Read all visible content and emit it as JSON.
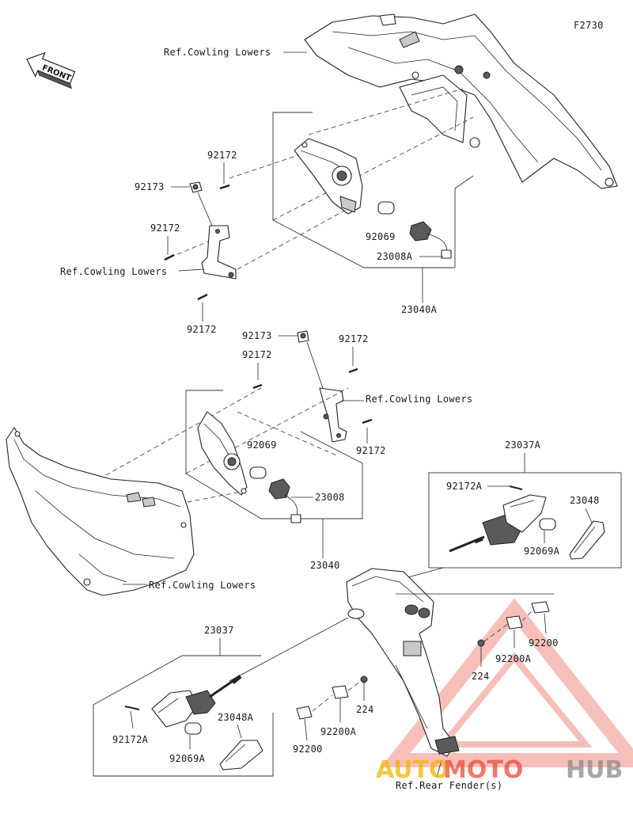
{
  "figure_code": "F2730",
  "front_label": "FRONT",
  "labels": {
    "ref_cowling_lowers": "Ref.Cowling Lowers",
    "ref_rear_fender": "Ref.Rear Fender(s)",
    "p92172": "92172",
    "p92173": "92173",
    "p92069": "92069",
    "p23008A": "23008A",
    "p23040A": "23040A",
    "p23008": "23008",
    "p23040": "23040",
    "p23037A": "23037A",
    "p92172A": "92172A",
    "p23048": "23048",
    "p92069A": "92069A",
    "p92200": "92200",
    "p224": "224",
    "p92200A": "92200A",
    "p23037": "23037",
    "p23048A": "23048A"
  },
  "watermark": {
    "part1": "AUTO",
    "part2": "MOTO",
    "part3": "HUB",
    "color1": "#f5b400",
    "color2": "#e94b3c",
    "color3": "#8a8a8a"
  }
}
